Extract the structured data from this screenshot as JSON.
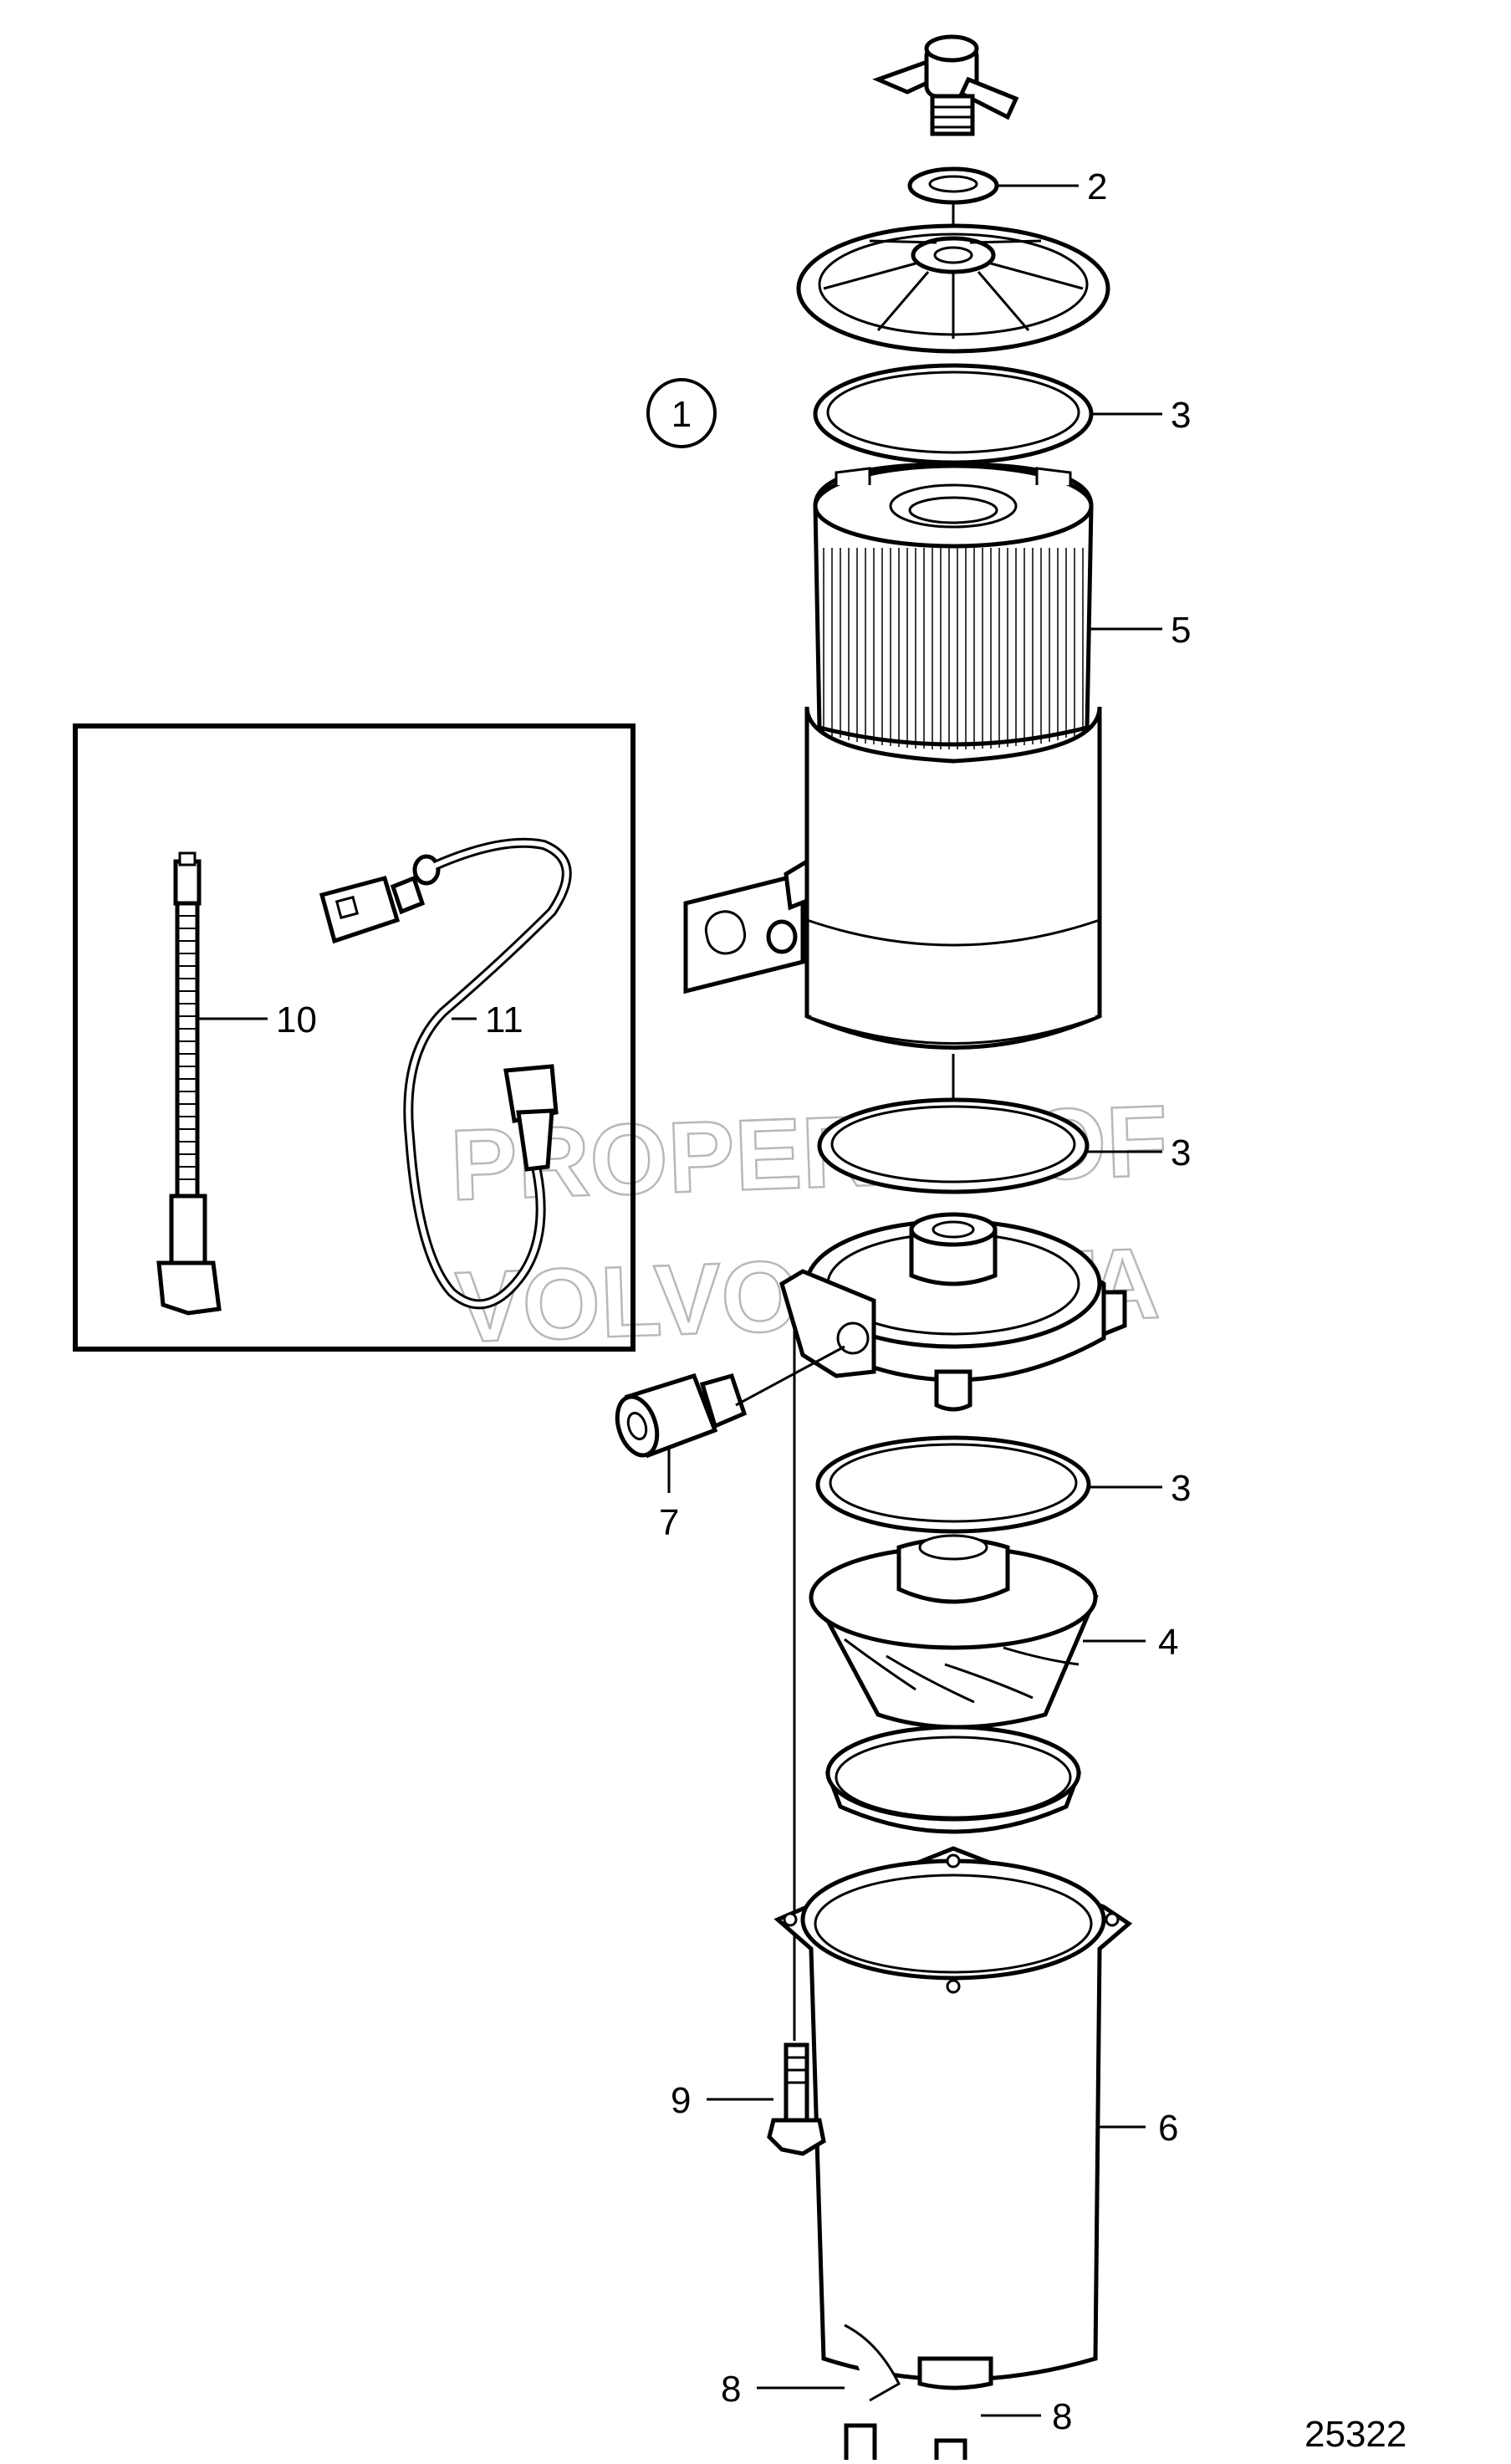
{
  "figure_number": "25322",
  "group_marker": "1",
  "watermark": [
    "PROPERTY OF",
    "VOLVO PENTA"
  ],
  "callouts": [
    {
      "id": "callout-2",
      "text": "2"
    },
    {
      "id": "callout-3-top",
      "text": "3"
    },
    {
      "id": "callout-5",
      "text": "5"
    },
    {
      "id": "callout-10",
      "text": "10"
    },
    {
      "id": "callout-11",
      "text": "11"
    },
    {
      "id": "callout-3-middle",
      "text": "3"
    },
    {
      "id": "callout-7",
      "text": "7"
    },
    {
      "id": "callout-3-lower",
      "text": "3"
    },
    {
      "id": "callout-4",
      "text": "4"
    },
    {
      "id": "callout-9",
      "text": "9"
    },
    {
      "id": "callout-6",
      "text": "6"
    },
    {
      "id": "callout-8-left",
      "text": "8"
    },
    {
      "id": "callout-8-right",
      "text": "8"
    }
  ]
}
